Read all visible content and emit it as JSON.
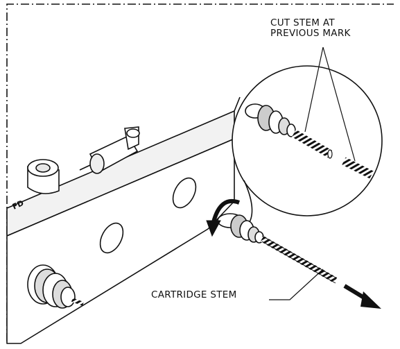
{
  "labels": {
    "cut_stem_line1": "CUT STEM AT",
    "cut_stem_line2": "PREVIOUS MARK",
    "cartridge_stem": "CARTRIDGE STEM",
    "plate_marking": "FD"
  },
  "colors": {
    "line": "#111111",
    "fill": "#ffffff",
    "shade": "#d8d8d8"
  }
}
